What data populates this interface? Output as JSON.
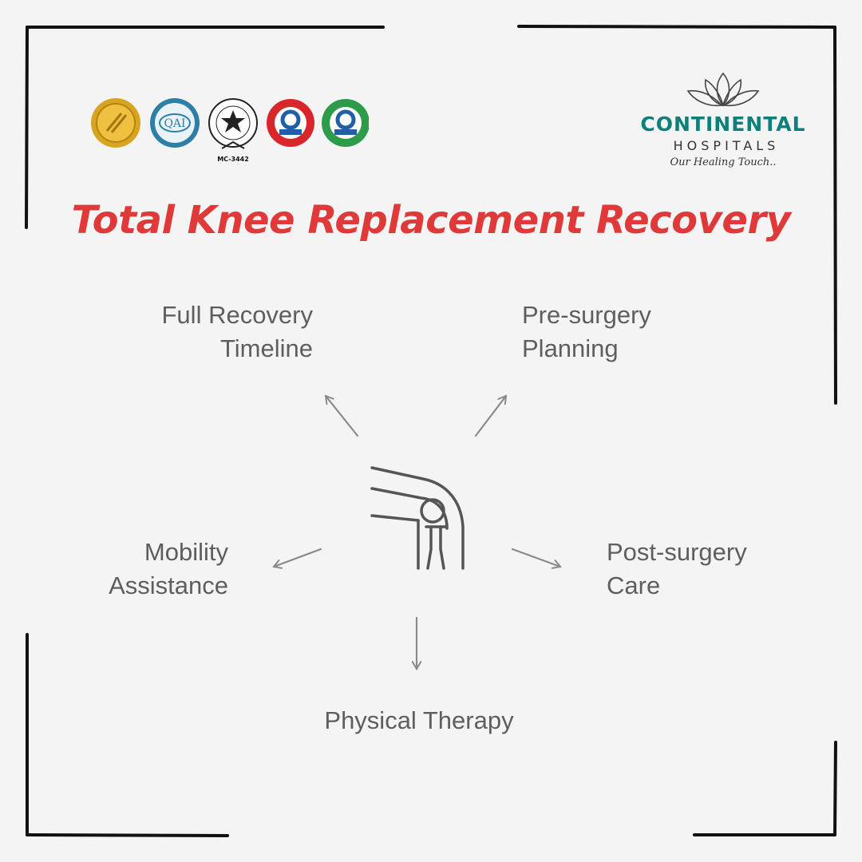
{
  "title": "Total Knee Replacement Recovery",
  "brand": {
    "name": "CONTINENTAL",
    "subtitle": "HOSPITALS",
    "tagline": "Our Healing Touch..",
    "accent_color": "#0e7f7a"
  },
  "certifications": {
    "badges": [
      "JCI",
      "QAI",
      "NABL",
      "NABH",
      "NABH"
    ],
    "code": "MC-3442"
  },
  "title_color": "#e0393a",
  "center_icon": "knee-joint-icon",
  "nodes": {
    "full_recovery": {
      "line1": "Full Recovery",
      "line2": "Timeline"
    },
    "pre_surgery": {
      "line1": "Pre-surgery",
      "line2": "Planning"
    },
    "mobility": {
      "line1": "Mobility",
      "line2": "Assistance"
    },
    "post_surgery": {
      "line1": "Post-surgery",
      "line2": "Care"
    },
    "physical_therapy": {
      "line1": "Physical Therapy"
    }
  }
}
